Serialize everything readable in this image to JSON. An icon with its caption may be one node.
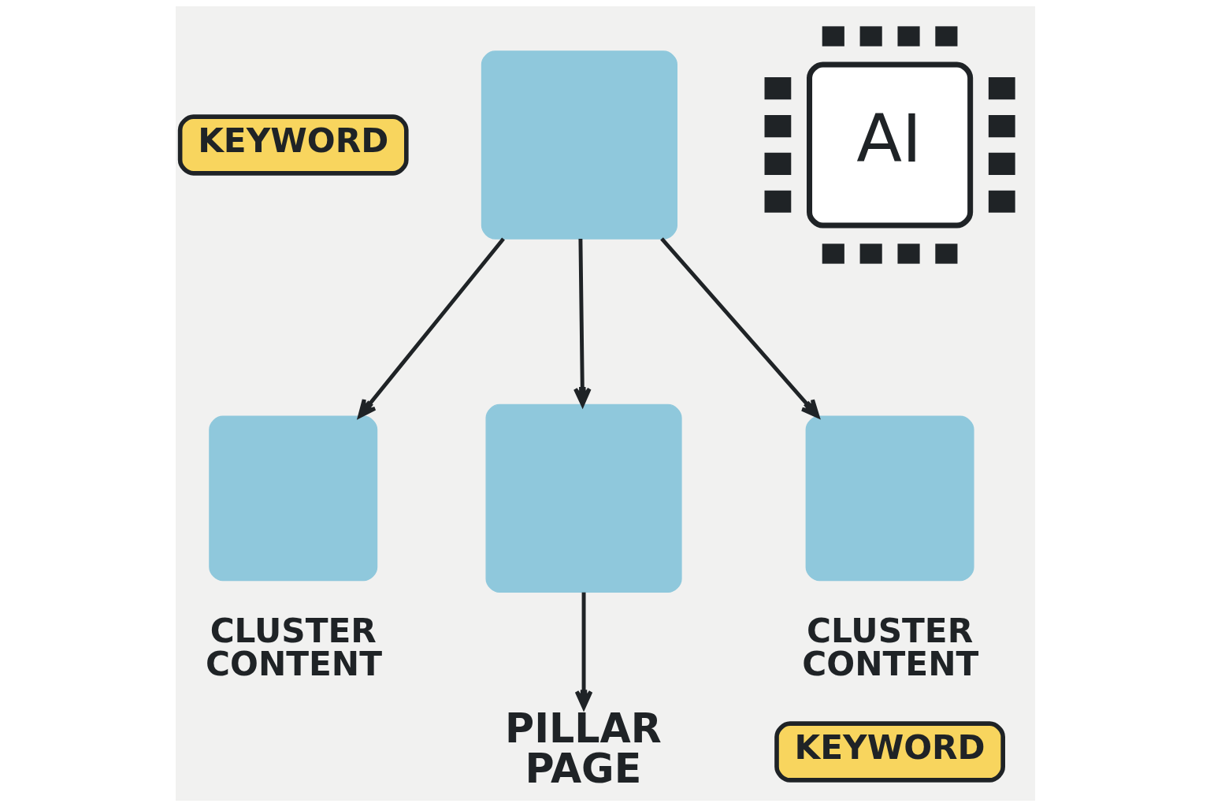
{
  "diagram": {
    "nodes": [
      {
        "text": [
          "KEYWORD"
        ]
      },
      {
        "text": [],
        "shape": "box"
      },
      {
        "text": [
          "AI"
        ]
      },
      {
        "text": [],
        "shape": "box",
        "beside": [
          "CLUSTER CONTENT"
        ]
      },
      {
        "text": [],
        "shape": "box"
      },
      {
        "text": [],
        "shape": "box",
        "beside": [
          "CLUSTER CONTENT"
        ]
      },
      {
        "text": [
          "PILLAR PAGE"
        ]
      },
      {
        "text": [
          "KEYWORD"
        ]
      }
    ],
    "edges": [
      {
        "from": 1,
        "to": 3,
        "arrow": "to"
      },
      {
        "from": 1,
        "to": 4,
        "arrow": "to"
      },
      {
        "from": 1,
        "to": 5,
        "arrow": "to"
      },
      {
        "from": 4,
        "to": 6,
        "arrow": "to"
      }
    ]
  }
}
